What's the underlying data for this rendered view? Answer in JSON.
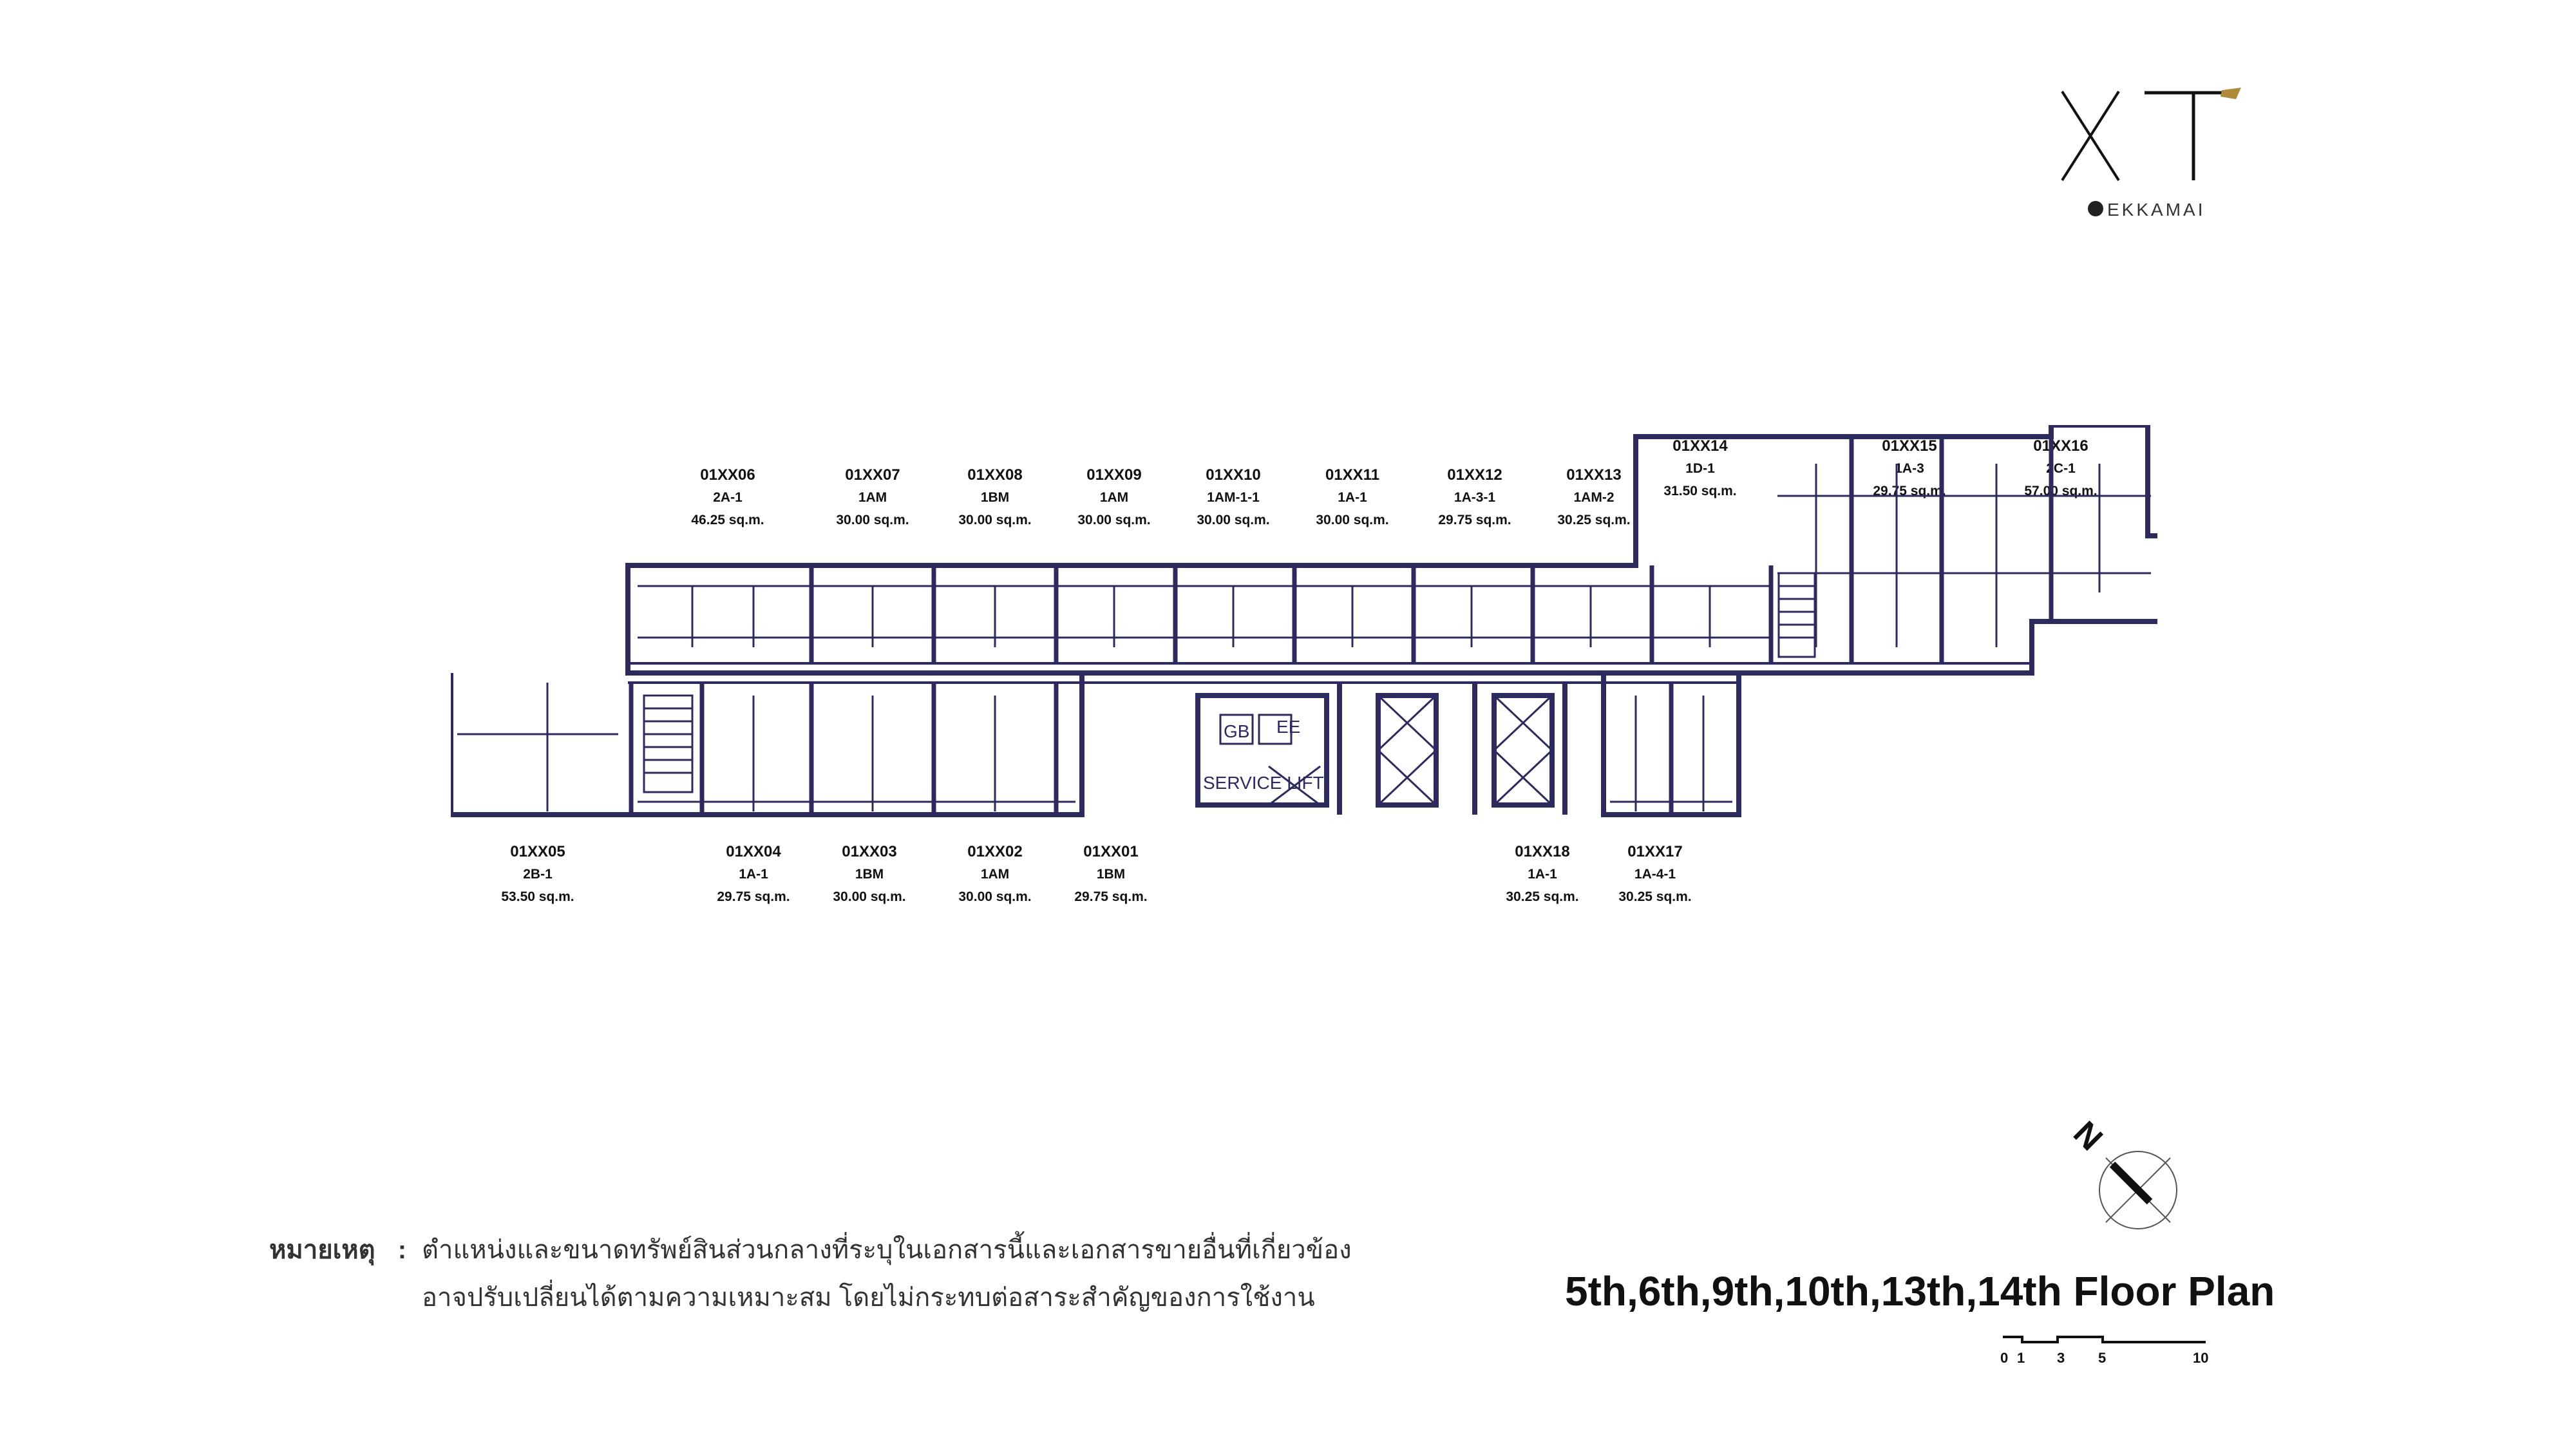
{
  "brand": {
    "logo_text": "XT",
    "logo_sub": "EKKAMAI",
    "accent_color": "#2d2a5e",
    "gold_color": "#b08a3c"
  },
  "floor_plan": {
    "title": "5th,6th,9th,10th,13th,14th Floor Plan",
    "wall_color": "#2d2a5e",
    "rooms": {
      "gb": "GB",
      "ee": "EE",
      "service_lift": "SERVICE LIFT"
    },
    "north_label": "N",
    "units_top": [
      {
        "code": "01XX06",
        "type": "2A-1",
        "area": "46.25 sq.m."
      },
      {
        "code": "01XX07",
        "type": "1AM",
        "area": "30.00 sq.m."
      },
      {
        "code": "01XX08",
        "type": "1BM",
        "area": "30.00 sq.m."
      },
      {
        "code": "01XX09",
        "type": "1AM",
        "area": "30.00 sq.m."
      },
      {
        "code": "01XX10",
        "type": "1AM-1-1",
        "area": "30.00 sq.m."
      },
      {
        "code": "01XX11",
        "type": "1A-1",
        "area": "30.00 sq.m."
      },
      {
        "code": "01XX12",
        "type": "1A-3-1",
        "area": "29.75 sq.m."
      },
      {
        "code": "01XX13",
        "type": "1AM-2",
        "area": "30.25 sq.m."
      },
      {
        "code": "01XX14",
        "type": "1D-1",
        "area": "31.50 sq.m."
      },
      {
        "code": "01XX15",
        "type": "1A-3",
        "area": "29.75 sq.m."
      },
      {
        "code": "01XX16",
        "type": "2C-1",
        "area": "57.00 sq.m."
      }
    ],
    "units_bottom": [
      {
        "code": "01XX05",
        "type": "2B-1",
        "area": "53.50 sq.m."
      },
      {
        "code": "01XX04",
        "type": "1A-1",
        "area": "29.75 sq.m."
      },
      {
        "code": "01XX03",
        "type": "1BM",
        "area": "30.00 sq.m."
      },
      {
        "code": "01XX02",
        "type": "1AM",
        "area": "30.00 sq.m."
      },
      {
        "code": "01XX01",
        "type": "1BM",
        "area": "29.75 sq.m."
      },
      {
        "code": "01XX18",
        "type": "1A-1",
        "area": "30.25 sq.m."
      },
      {
        "code": "01XX17",
        "type": "1A-4-1",
        "area": "30.25 sq.m."
      }
    ],
    "scale_labels": [
      "0",
      "1",
      "3",
      "5",
      "10"
    ]
  },
  "note": {
    "heading": "หมายเหตุ",
    "colon": ":",
    "line1": "ตำแหน่งและขนาดทรัพย์สินส่วนกลางที่ระบุในเอกสารนี้และเอกสารขายอื่นที่เกี่ยวข้อง",
    "line2": "อาจปรับเปลี่ยนได้ตามความเหมาะสม โดยไม่กระทบต่อสาระสำคัญของการใช้งาน"
  }
}
